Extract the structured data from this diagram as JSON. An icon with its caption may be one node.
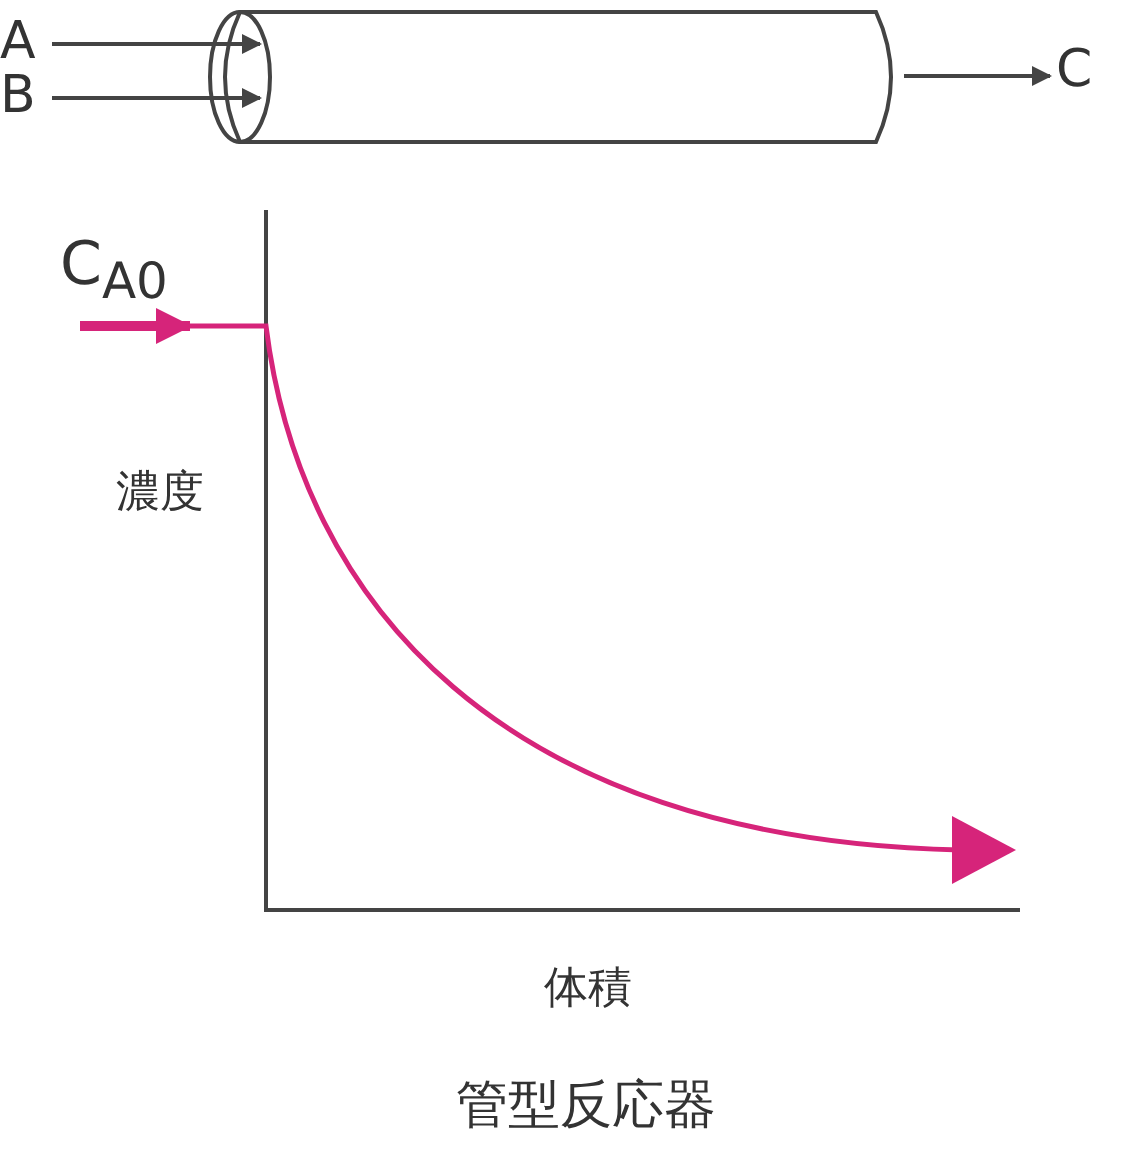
{
  "diagram": {
    "caption": "管型反応器",
    "nodes": [
      {
        "text": [
          "A"
        ]
      },
      {
        "text": [
          "B"
        ]
      },
      {
        "text": [],
        "shape": "cylinder"
      },
      {
        "text": [
          "C"
        ]
      }
    ],
    "edges": [
      {
        "from": 0,
        "to": 2,
        "arrow": "to"
      },
      {
        "from": 1,
        "to": 2,
        "arrow": "to"
      },
      {
        "from": 2,
        "to": 3,
        "arrow": "to"
      }
    ],
    "labels": [
      "C$_{A0}$",
      "濃度",
      "体積"
    ]
  }
}
